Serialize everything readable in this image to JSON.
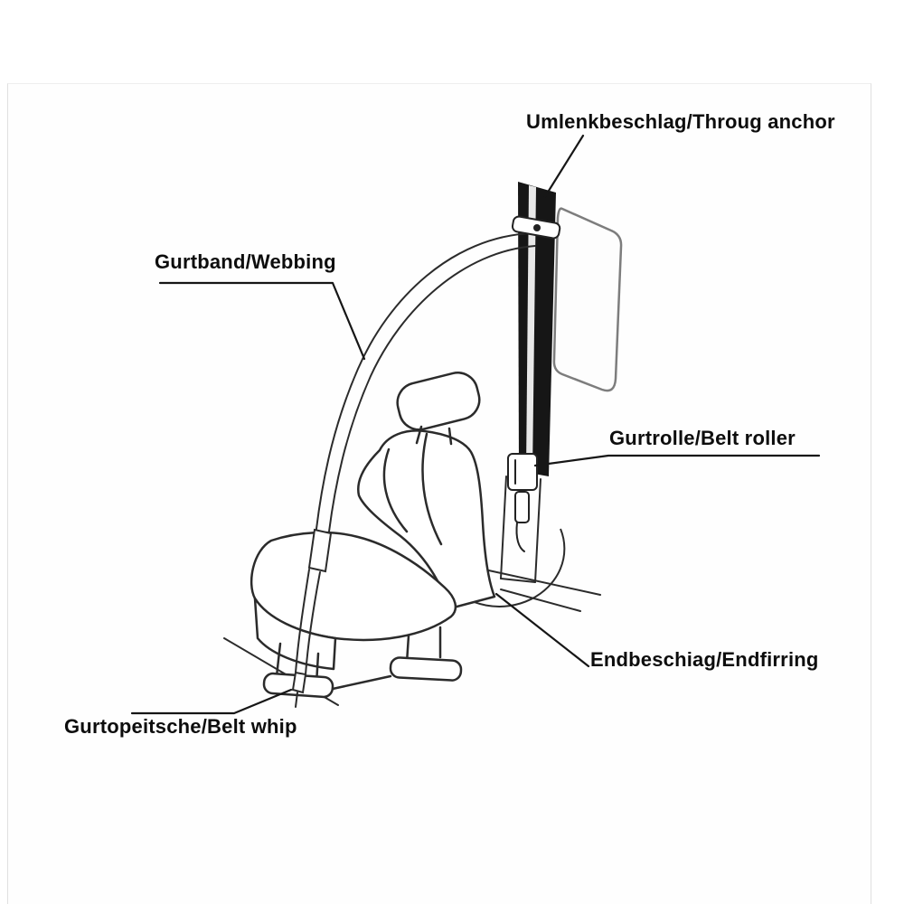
{
  "figure": {
    "type": "labeled-diagram",
    "labels": {
      "through_anchor": "Umlenkbeschlag/Throug anchor",
      "webbing": "Gurtband/Webbing",
      "belt_roller": "Gurtrolle/Belt roller",
      "end_fitting": "Endbeschiag/Endfirring",
      "belt_whip": "Gurtopeitsche/Belt whip"
    },
    "colors": {
      "background": "#ffffff",
      "ink": "#2b2b2b",
      "pillar_fill": "#161616",
      "label_text": "#0d0d0d"
    }
  }
}
